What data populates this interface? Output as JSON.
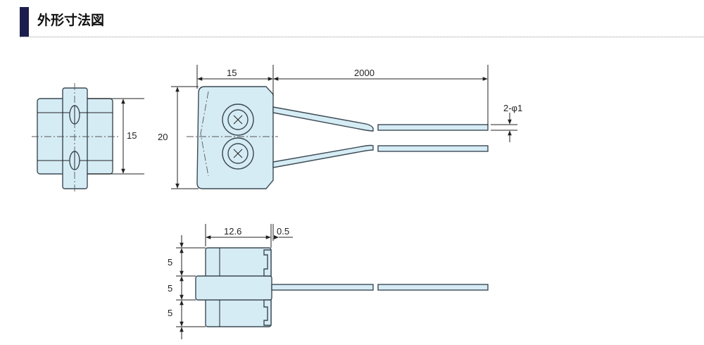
{
  "header": {
    "title": "外形寸法図"
  },
  "dimensions": {
    "top_width": "15",
    "cable_length": "2000",
    "cable_diameter": "2-φ1",
    "left_height": "15",
    "body_height": "20",
    "side_depth": "12.6",
    "side_gap": "0.5",
    "side_stack_top": "5",
    "side_stack_mid": "5",
    "side_stack_bot": "5"
  },
  "colors": {
    "part_fill": "#d6ecf5",
    "outline": "#3c4a55",
    "header_bar": "#1b1e4c"
  }
}
